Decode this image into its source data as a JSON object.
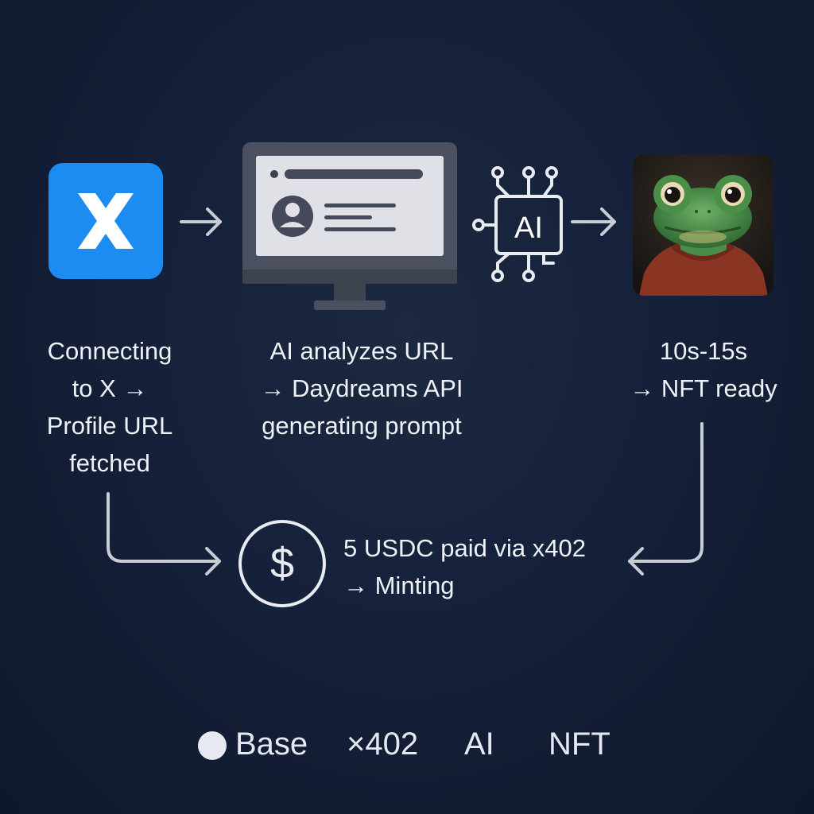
{
  "steps": {
    "connect": {
      "lines": [
        "Connecting",
        "to X →",
        "Profile URL",
        "fetched"
      ]
    },
    "analyze": {
      "lines": [
        "AI analyzes URL",
        "→ Daydreams API",
        "generating prompt"
      ]
    },
    "ready": {
      "lines": [
        "10s-15s",
        "→ NFT ready"
      ]
    },
    "pay": {
      "lines": [
        "5 USDC paid via x402",
        "→ Minting"
      ]
    }
  },
  "icons": {
    "x_logo": "x-logo-icon",
    "monitor": "monitor-profile-icon",
    "ai_chip": "ai-chip-icon",
    "nft_image": "frog-nft-image",
    "dollar": "dollar-coin-icon",
    "ai_chip_label": "AI"
  },
  "footer": {
    "base": "Base",
    "x402": "×402",
    "ai": "AI",
    "nft": "NFT"
  },
  "colors": {
    "background": "#131d33",
    "x_blue": "#1d8cf0",
    "line": "#c8ccd4",
    "text": "#eef1f6",
    "frog_green": "#4f9a4c",
    "hoodie": "#8a3424"
  }
}
